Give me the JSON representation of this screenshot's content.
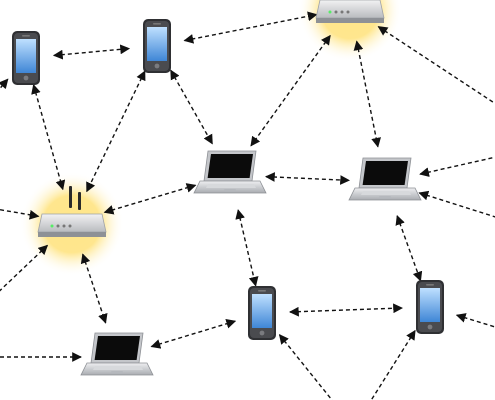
{
  "diagram": {
    "type": "wireless mesh network",
    "background": "#ffffff",
    "colors": {
      "link": "#111111",
      "router_body": "#d9dadc",
      "router_glow": "#ffd84a",
      "phone_body": "#3a3a3c",
      "phone_screen": "#5b9fe0",
      "laptop_body": "#c9cbcf",
      "laptop_screen": "#0a0a0a"
    },
    "nodes": [
      {
        "id": "phone-top-left",
        "kind": "phone",
        "icon": "smartphone-icon"
      },
      {
        "id": "phone-top-center",
        "kind": "phone",
        "icon": "smartphone-icon"
      },
      {
        "id": "router-top",
        "kind": "router",
        "icon": "wifi-router-icon"
      },
      {
        "id": "laptop-center",
        "kind": "laptop",
        "icon": "laptop-icon"
      },
      {
        "id": "laptop-right",
        "kind": "laptop",
        "icon": "laptop-icon"
      },
      {
        "id": "router-left",
        "kind": "router",
        "icon": "wifi-router-icon"
      },
      {
        "id": "phone-bottom-center",
        "kind": "phone",
        "icon": "smartphone-icon"
      },
      {
        "id": "phone-bottom-right",
        "kind": "phone",
        "icon": "smartphone-icon"
      },
      {
        "id": "laptop-bottom-left",
        "kind": "laptop",
        "icon": "laptop-icon"
      }
    ],
    "links": [
      {
        "from": "phone-top-left",
        "to": "phone-top-center"
      },
      {
        "from": "phone-top-center",
        "to": "router-top"
      },
      {
        "from": "phone-top-left",
        "to": "router-left"
      },
      {
        "from": "phone-top-center",
        "to": "router-left"
      },
      {
        "from": "phone-top-center",
        "to": "laptop-center"
      },
      {
        "from": "router-top",
        "to": "laptop-center"
      },
      {
        "from": "router-top",
        "to": "laptop-right"
      },
      {
        "from": "router-left",
        "to": "laptop-center"
      },
      {
        "from": "laptop-center",
        "to": "laptop-right"
      },
      {
        "from": "laptop-center",
        "to": "phone-bottom-center"
      },
      {
        "from": "router-left",
        "to": "laptop-bottom-left"
      },
      {
        "from": "laptop-bottom-left",
        "to": "phone-bottom-center"
      },
      {
        "from": "laptop-right",
        "to": "phone-bottom-right"
      },
      {
        "from": "phone-bottom-center",
        "to": "phone-bottom-right"
      },
      {
        "from": "phone-top-left",
        "to": "offscreen-left-1"
      },
      {
        "from": "router-left",
        "to": "offscreen-left-2"
      },
      {
        "from": "router-left",
        "to": "offscreen-left-3"
      },
      {
        "from": "laptop-bottom-left",
        "to": "offscreen-left-4"
      },
      {
        "from": "router-top",
        "to": "offscreen-right-1"
      },
      {
        "from": "laptop-right",
        "to": "offscreen-right-2"
      },
      {
        "from": "laptop-right",
        "to": "offscreen-right-3"
      },
      {
        "from": "phone-bottom-right",
        "to": "offscreen-right-4"
      },
      {
        "from": "phone-bottom-center",
        "to": "offscreen-bottom-1"
      },
      {
        "from": "phone-bottom-right",
        "to": "offscreen-bottom-2"
      }
    ]
  }
}
